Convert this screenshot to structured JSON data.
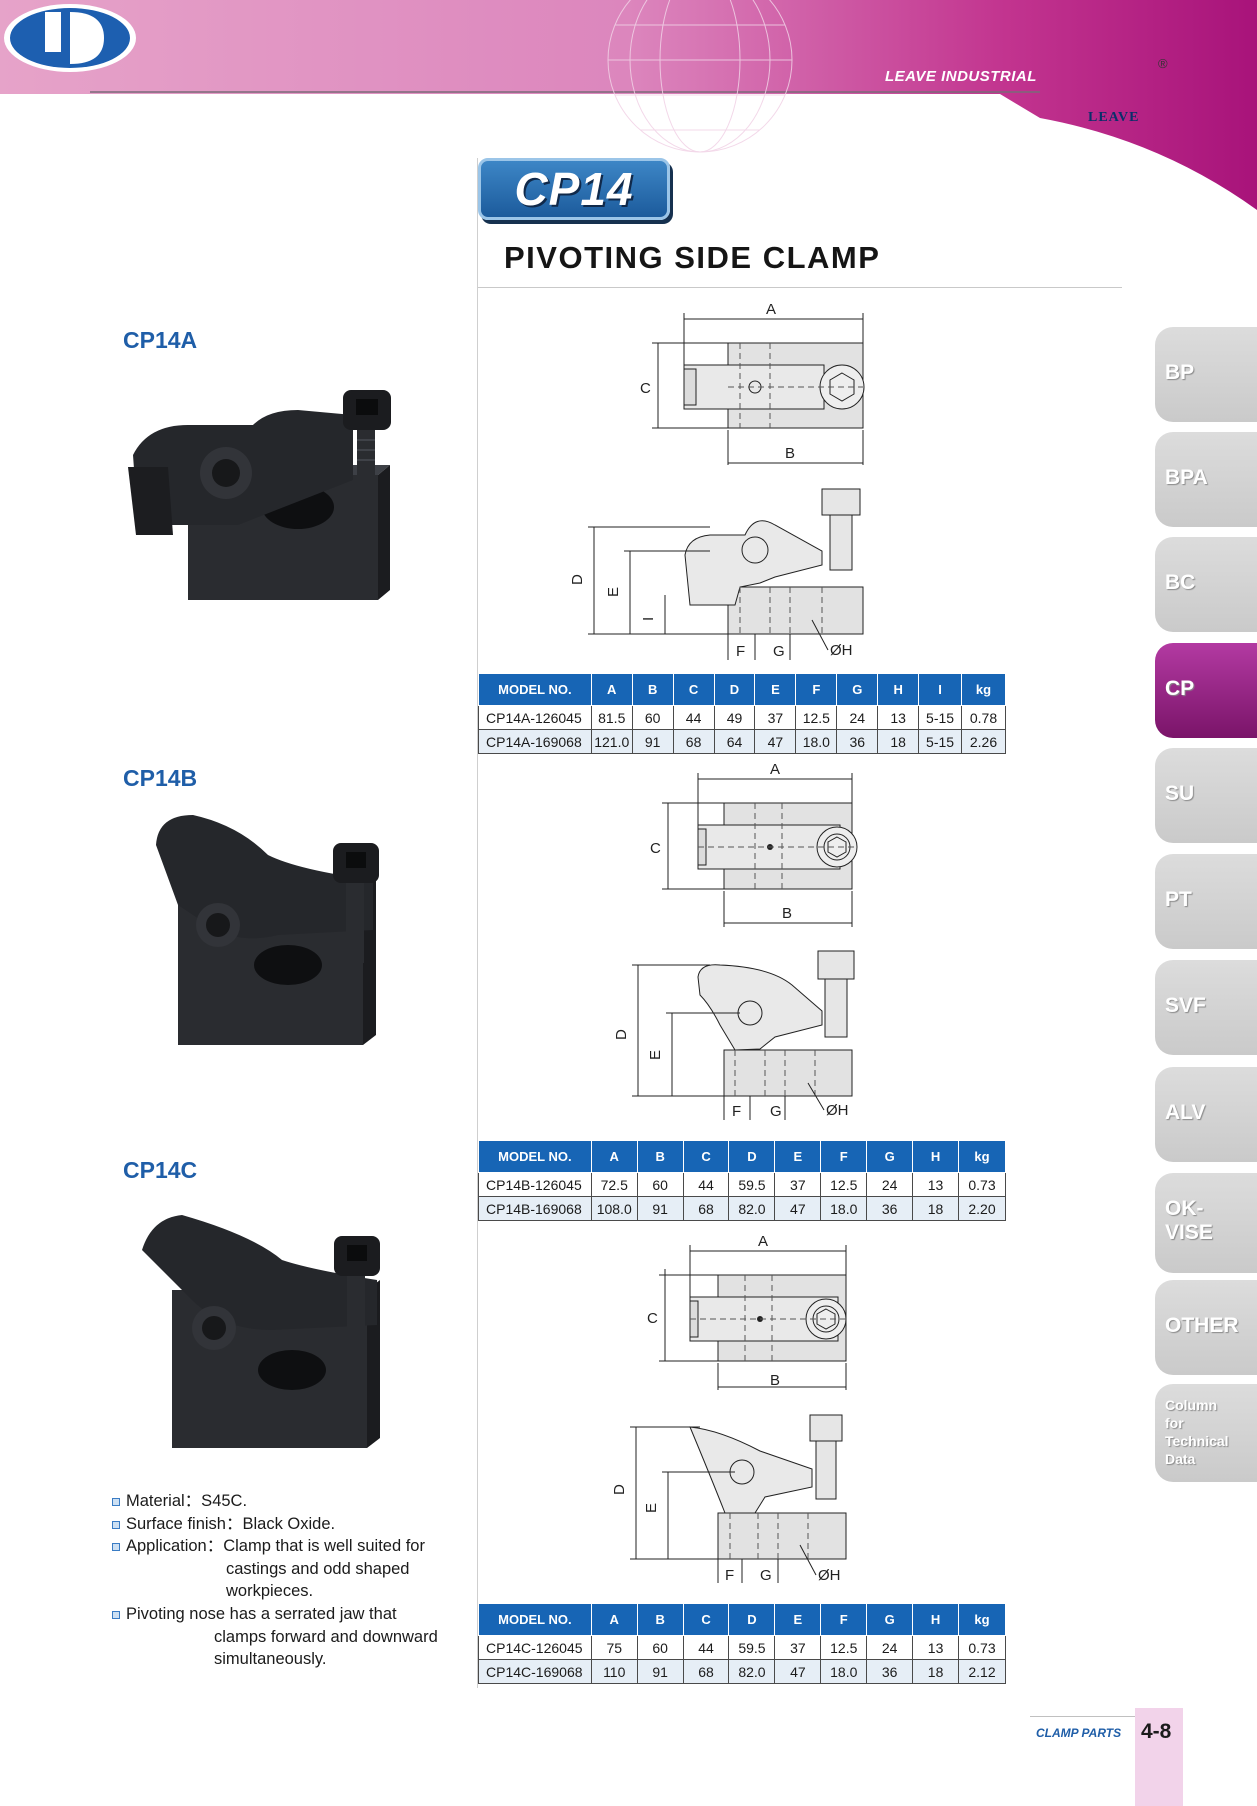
{
  "header": {
    "company": "LEAVE INDUSTRIAL",
    "logo_text": "LEAVE",
    "registered": "®"
  },
  "title": {
    "code": "CP14",
    "name": "PIVOTING SIDE CLAMP"
  },
  "products": [
    {
      "label": "CP14A"
    },
    {
      "label": "CP14B"
    },
    {
      "label": "CP14C"
    }
  ],
  "drawing_labels": {
    "a": "A",
    "b": "B",
    "c": "C",
    "d": "D",
    "e": "E",
    "f": "F",
    "g": "G",
    "h": "ØH",
    "i": "I"
  },
  "table_a": {
    "headers": [
      "MODEL NO.",
      "A",
      "B",
      "C",
      "D",
      "E",
      "F",
      "G",
      "H",
      "I",
      "kg"
    ],
    "rows": [
      [
        "CP14A-126045",
        "81.5",
        "60",
        "44",
        "49",
        "37",
        "12.5",
        "24",
        "13",
        "5-15",
        "0.78"
      ],
      [
        "CP14A-169068",
        "121.0",
        "91",
        "68",
        "64",
        "47",
        "18.0",
        "36",
        "18",
        "5-15",
        "2.26"
      ]
    ]
  },
  "table_b": {
    "headers": [
      "MODEL NO.",
      "A",
      "B",
      "C",
      "D",
      "E",
      "F",
      "G",
      "H",
      "kg"
    ],
    "rows": [
      [
        "CP14B-126045",
        "72.5",
        "60",
        "44",
        "59.5",
        "37",
        "12.5",
        "24",
        "13",
        "0.73"
      ],
      [
        "CP14B-169068",
        "108.0",
        "91",
        "68",
        "82.0",
        "47",
        "18.0",
        "36",
        "18",
        "2.20"
      ]
    ]
  },
  "table_c": {
    "headers": [
      "MODEL NO.",
      "A",
      "B",
      "C",
      "D",
      "E",
      "F",
      "G",
      "H",
      "kg"
    ],
    "rows": [
      [
        "CP14C-126045",
        "75",
        "60",
        "44",
        "59.5",
        "37",
        "12.5",
        "24",
        "13",
        "0.73"
      ],
      [
        "CP14C-169068",
        "110",
        "91",
        "68",
        "82.0",
        "47",
        "18.0",
        "36",
        "18",
        "2.12"
      ]
    ]
  },
  "notes": [
    {
      "lines": [
        "Material：S45C."
      ]
    },
    {
      "lines": [
        "Surface finish：Black Oxide."
      ]
    },
    {
      "lines": [
        "Application：Clamp that is well suited for",
        "castings and odd shaped",
        "workpieces."
      ]
    },
    {
      "lines": [
        "Pivoting nose has a serrated jaw that",
        "clamps forward and downward",
        "simultaneously."
      ]
    }
  ],
  "side_tabs": [
    {
      "label": "BP",
      "active": false
    },
    {
      "label": "BPA",
      "active": false
    },
    {
      "label": "BC",
      "active": false
    },
    {
      "label": "CP",
      "active": true
    },
    {
      "label": "SU",
      "active": false
    },
    {
      "label": "PT",
      "active": false
    },
    {
      "label": "SVF",
      "active": false
    },
    {
      "label": "ALV",
      "active": false
    },
    {
      "label_lines": [
        "OK-",
        "VISE"
      ],
      "active": false
    },
    {
      "label": "OTHER",
      "active": false
    },
    {
      "label_lines": [
        "Column",
        "for",
        "Technical",
        "Data"
      ],
      "active": false
    }
  ],
  "footer": {
    "section": "CLAMP PARTS",
    "page": "4-8"
  },
  "colors": {
    "header_pink": "#d86fb0",
    "accent_blue": "#1765b5",
    "active_tab": "#9b2489",
    "label_blue": "#1f5ea8"
  }
}
